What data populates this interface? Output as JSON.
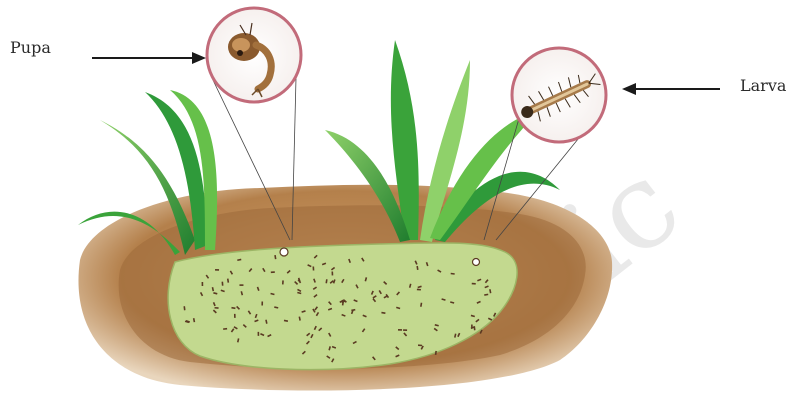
{
  "labels": {
    "pupa": "Pupa",
    "larva": "Larva"
  },
  "watermark": "blic",
  "colors": {
    "soil": "#b9864f",
    "soil_dark": "#8a5a2e",
    "water": "#c3d98f",
    "leaf": "#3aa33a",
    "leaf_light": "#8fd16a",
    "circle_border": "#c26b7a"
  },
  "icons": [
    "pupa-icon",
    "larva-icon",
    "arrow-right-icon",
    "arrow-left-icon"
  ]
}
